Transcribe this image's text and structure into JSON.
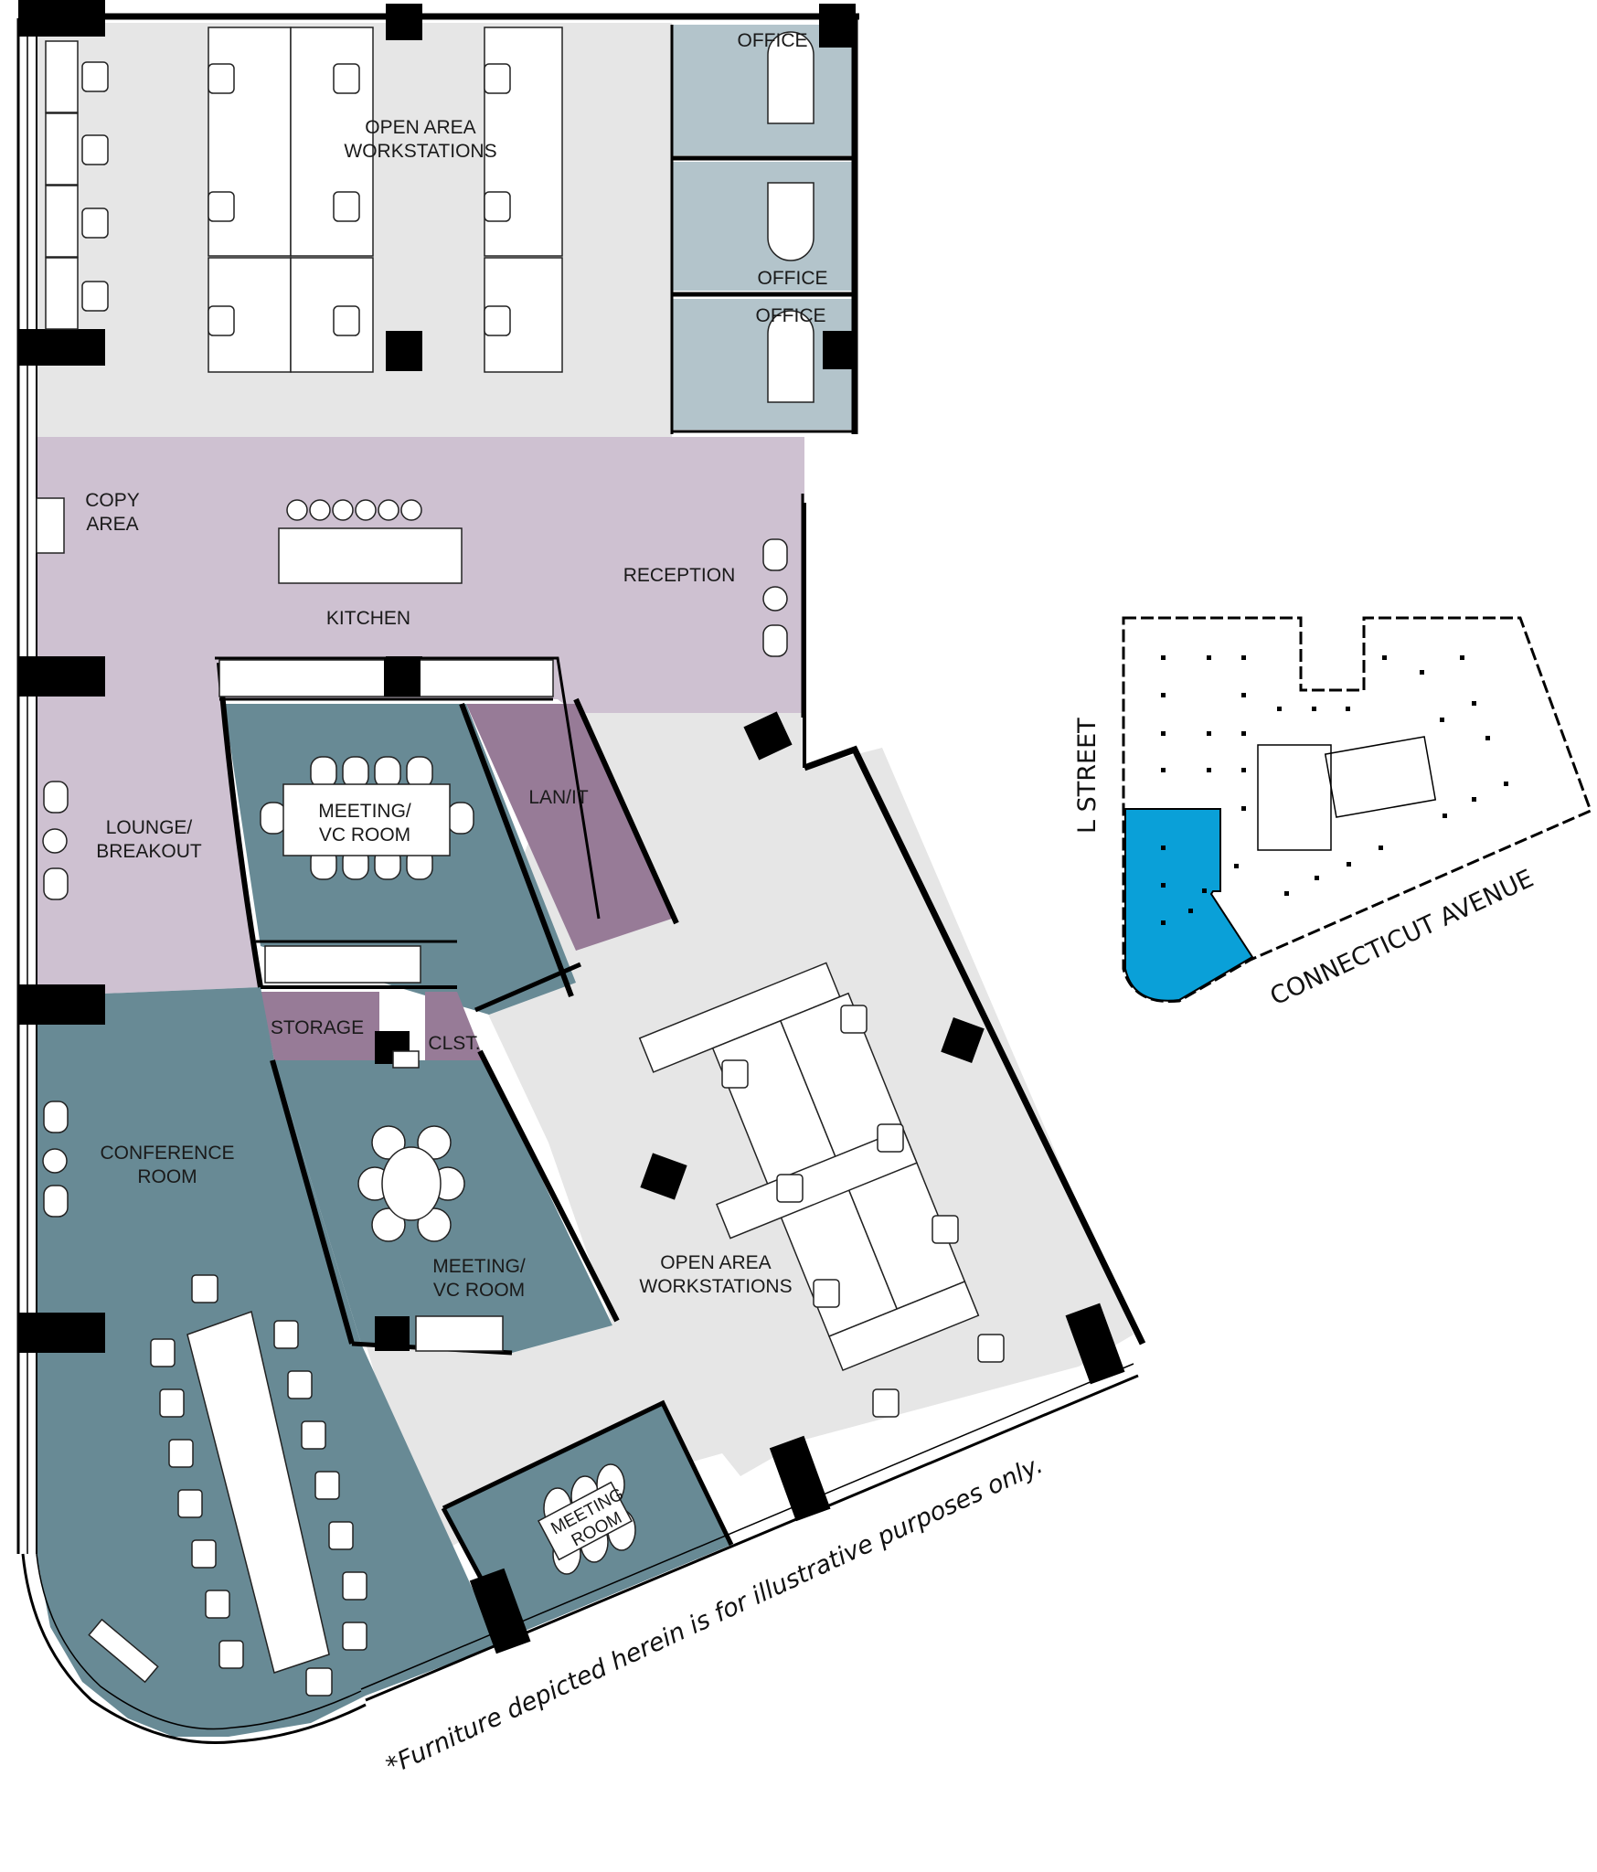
{
  "floor_plan": {
    "colors": {
      "open_area": "#e6e6e6",
      "office": "#b3c4cb",
      "shared_lavender": "#cec1d1",
      "meeting_teal": "#688a95",
      "support_purple": "#977b97",
      "keyplan_highlight": "#0aa0d8",
      "wall": "#000000"
    },
    "rooms": {
      "open_area_north": {
        "line1": "OPEN AREA",
        "line2": "WORKSTATIONS"
      },
      "office_1": "OFFICE",
      "office_2": "OFFICE",
      "office_3": "OFFICE",
      "copy_area": {
        "line1": "COPY",
        "line2": "AREA"
      },
      "kitchen": "KITCHEN",
      "reception": "RECEPTION",
      "lounge": {
        "line1": "LOUNGE/",
        "line2": "BREAKOUT"
      },
      "meeting_vc_1": {
        "line1": "MEETING/",
        "line2": "VC ROOM"
      },
      "lan_it": "LAN/IT",
      "storage": "STORAGE",
      "closet": "CLST.",
      "conference": {
        "line1": "CONFERENCE",
        "line2": "ROOM"
      },
      "meeting_vc_2": {
        "line1": "MEETING/",
        "line2": "VC ROOM"
      },
      "open_area_south": {
        "line1": "OPEN AREA",
        "line2": "WORKSTATIONS"
      },
      "meeting_room": {
        "line1": "MEETING",
        "line2": "ROOM"
      }
    },
    "disclaimer": "*Furniture depicted herein is for illustrative purposes only."
  },
  "key_plan": {
    "street_west": "L STREET",
    "street_south": "CONNECTICUT AVENUE"
  }
}
